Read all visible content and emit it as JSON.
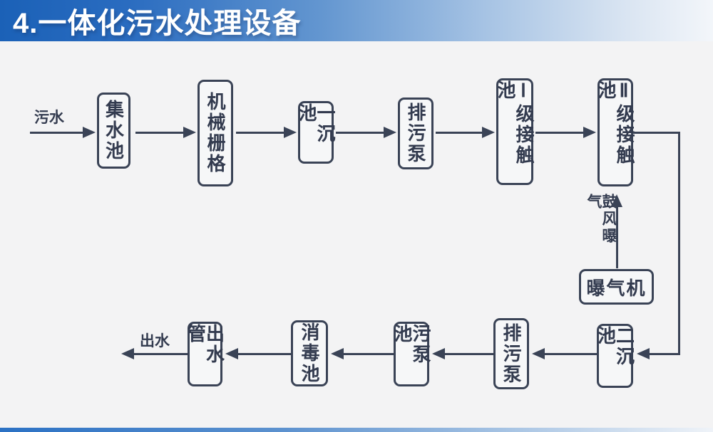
{
  "header": {
    "title": "4.一体化污水处理设备"
  },
  "flowchart": {
    "inflow_label": "污水",
    "outflow_label": "出水",
    "aeration_label": "鼓风曝气",
    "top_row": [
      "集水池",
      "机械栅格",
      "一沉池",
      "排污泵",
      "Ⅰ级接触池",
      "Ⅱ级接触池"
    ],
    "bottom_row": [
      "二沉池",
      "排污泵",
      "污泵池",
      "消毒池",
      "出水管"
    ],
    "aerator_label": "曝气机"
  },
  "colors": {
    "line_navy": "#3a4356",
    "header_blue": "#1b61b7",
    "background": "#f3f3f4",
    "title_text": "#ffffff"
  }
}
